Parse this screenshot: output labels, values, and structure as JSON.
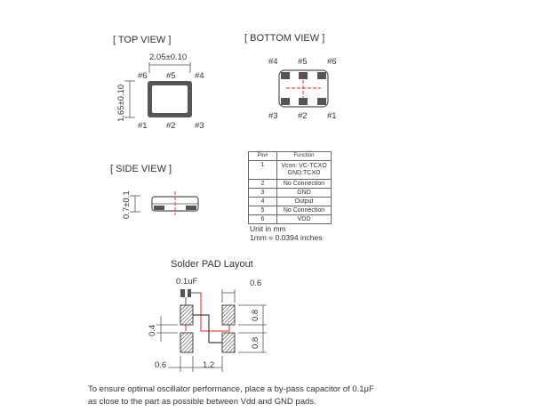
{
  "top_view": {
    "title": "[ TOP VIEW ]",
    "width_dim": "2.05±0.10",
    "height_dim": "1.65±0.10",
    "pin_labels_top": [
      "#6",
      "#5",
      "#4"
    ],
    "pin_labels_bottom": [
      "#1",
      "#2",
      "#3"
    ]
  },
  "bottom_view": {
    "title": "[ BOTTOM  VIEW ]",
    "pin_labels_top": [
      "#4",
      "#5",
      "#6"
    ],
    "pin_labels_bottom": [
      "#3",
      "#2",
      "#1"
    ]
  },
  "side_view": {
    "title": "[ SIDE VIEW ]",
    "thickness_dim": "0.7±0.1"
  },
  "pin_table": {
    "headers": [
      "Pin#",
      "Function"
    ],
    "rows": [
      [
        "1",
        "Vcon: VC-TCXO\nGND:TCXO"
      ],
      [
        "2",
        "No Connection"
      ],
      [
        "3",
        "GND"
      ],
      [
        "4",
        "Output"
      ],
      [
        "5",
        "No Connection"
      ],
      [
        "6",
        "VDD"
      ]
    ],
    "unit_note": "Unit in mm",
    "conversion_note": "1mm = 0.0394 inches"
  },
  "solder_pad": {
    "title": "Solder PAD Layout",
    "capacitor_label": "0.1uF",
    "pad_width_top": "0.6",
    "pad_height_upper": "0.8",
    "pad_height_lower": "0.8",
    "gap_vertical": "0.4",
    "pad_width_bottom": "0.6",
    "pitch": "1.2"
  },
  "footer": {
    "line1": "To ensure optimal oscillator performance, place a by-pass capacitor of 0.1μF",
    "line2": "as close to the part as possible between Vdd and GND pads."
  },
  "colors": {
    "ink": "#333333",
    "center_mark": "#e02020",
    "pad_hatch": "#444444"
  }
}
